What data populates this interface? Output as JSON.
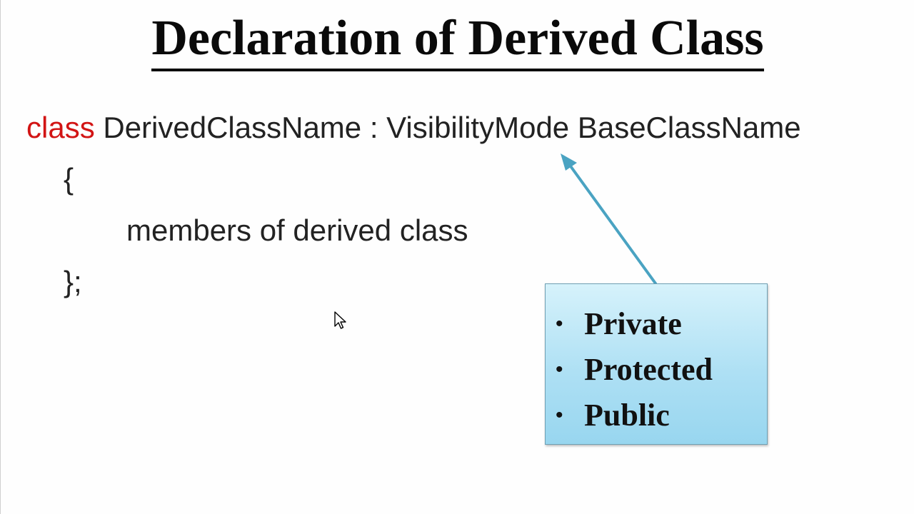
{
  "slide": {
    "title": "Declaration of Derived Class",
    "syntax": {
      "keyword": "class",
      "declaration": " DerivedClassName : VisibilityMode BaseClassName",
      "open_brace": "{",
      "members_text": "members of derived class",
      "close_brace": "};"
    },
    "visibility_modes": {
      "bullet": "•",
      "items": [
        "Private",
        "Protected",
        "Public"
      ]
    }
  },
  "colors": {
    "keyword": "#d21414",
    "text": "#222222",
    "arrow": "#4aa3c2",
    "box_fill": "#aee0f4"
  },
  "icons": {
    "pointer": "mouse-pointer-icon",
    "arrow": "arrow-up-left-icon"
  }
}
